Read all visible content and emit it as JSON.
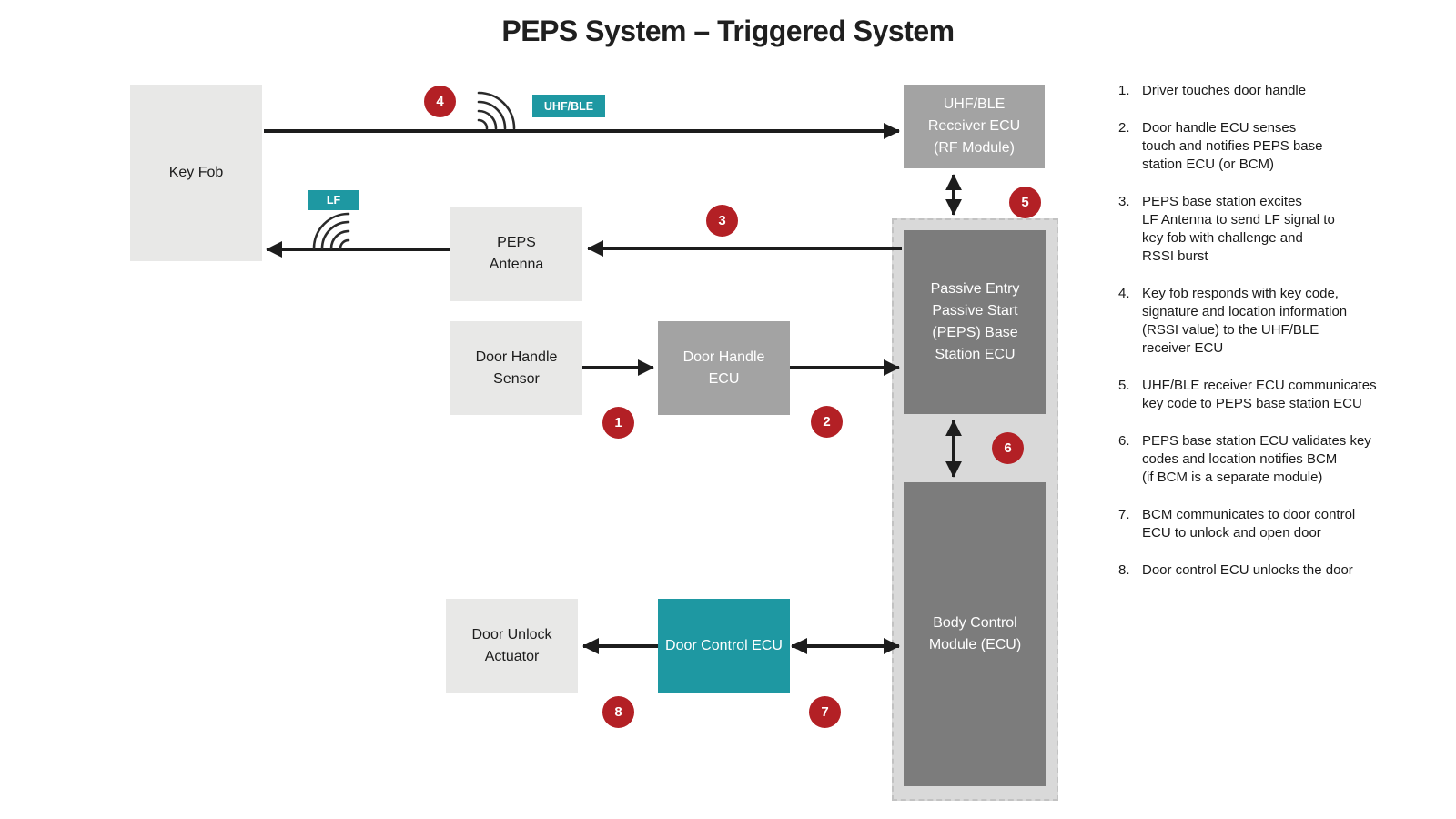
{
  "title": "PEPS System – Triggered System",
  "nodes": {
    "key_fob": "Key Fob",
    "uhf_receiver": "UHF/BLE\nReceiver ECU\n(RF Module)",
    "peps_antenna": "PEPS\nAntenna",
    "door_handle_sensor": "Door Handle\nSensor",
    "door_handle_ecu": "Door Handle\nECU",
    "peps_base_station": "Passive Entry\nPassive Start\n(PEPS) Base\nStation ECU",
    "door_unlock_actuator": "Door Unlock\nActuator",
    "door_control_ecu": "Door Control ECU",
    "body_control_module": "Body Control\nModule (ECU)"
  },
  "signal_labels": {
    "uhf_ble": "UHF/BLE",
    "lf": "LF"
  },
  "markers": [
    "1",
    "2",
    "3",
    "4",
    "5",
    "6",
    "7",
    "8"
  ],
  "legend": {
    "items": [
      {
        "num": "1.",
        "text": "Driver touches door handle"
      },
      {
        "num": "2.",
        "text": "Door handle ECU senses\ntouch and notifies PEPS base\nstation ECU (or BCM)"
      },
      {
        "num": "3.",
        "text": "PEPS base station excites\nLF Antenna to send LF signal to\nkey fob with challenge and\nRSSI burst"
      },
      {
        "num": "4.",
        "text": "Key fob responds with key code,\nsignature and location information\n(RSSI value) to the UHF/BLE\nreceiver ECU"
      },
      {
        "num": "5.",
        "text": "UHF/BLE receiver ECU communicates\nkey code to PEPS base station ECU"
      },
      {
        "num": "6.",
        "text": "PEPS base station ECU validates key\ncodes and location notifies BCM\n(if BCM is a separate module)"
      },
      {
        "num": "7.",
        "text": "BCM communicates to door control\nECU to unlock and open door"
      },
      {
        "num": "8.",
        "text": "Door control ECU unlocks the door"
      }
    ]
  },
  "colors": {
    "accent_teal": "#1E98A2",
    "marker_red": "#B32025",
    "box_light": "#E8E8E7",
    "box_mid": "#A3A3A3",
    "box_dark": "#7C7C7C",
    "group_background": "#D9D9D9",
    "arrow_black": "#1D1D1D"
  }
}
